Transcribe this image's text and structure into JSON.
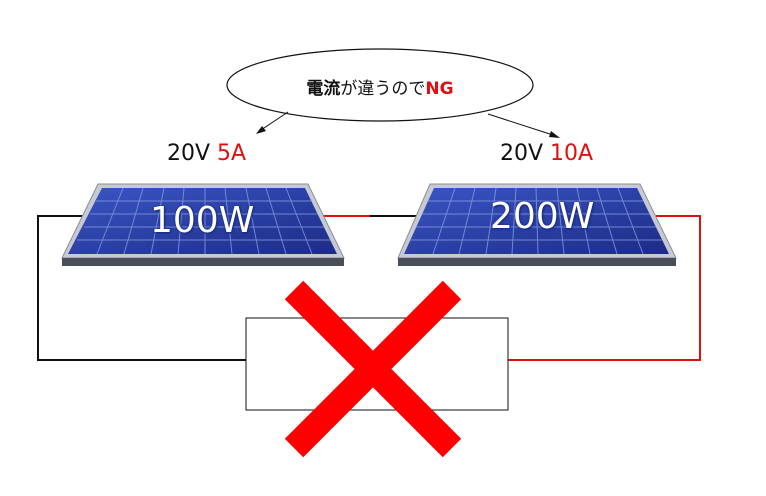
{
  "bubble": {
    "bold_part": "電流",
    "normal_part": "が違うので",
    "red_part": "NG"
  },
  "panels": [
    {
      "name": "100W",
      "voltage": "20V",
      "current": "5A"
    },
    {
      "name": "200W",
      "voltage": "20V",
      "current": "10A"
    }
  ],
  "colors": {
    "wire_negative": "#111111",
    "wire_positive": "#e01010",
    "cross": "#ff0000",
    "panel_cell": "#2a3f9e",
    "panel_frame": "#b8bcc8"
  }
}
